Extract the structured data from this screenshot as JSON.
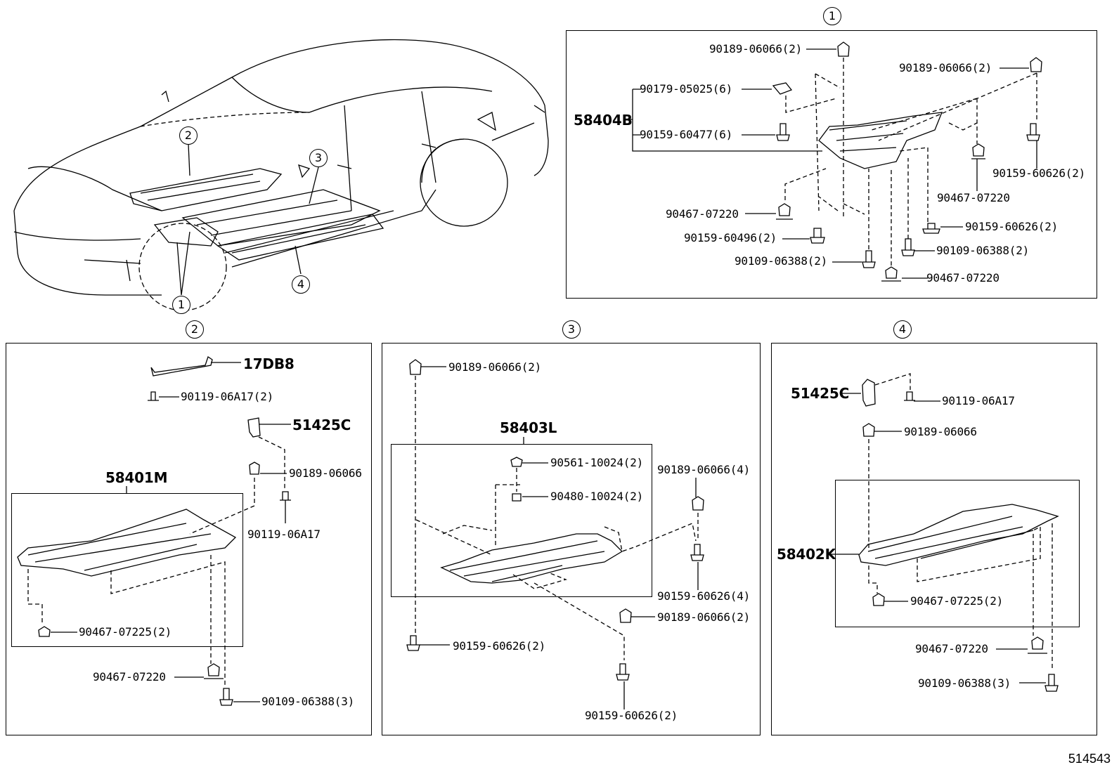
{
  "callouts": {
    "c1": "1",
    "c2": "2",
    "c3": "3",
    "c4": "4"
  },
  "panel1": {
    "part_main": "58404B",
    "p_a": "90189-06066(2)",
    "p_b": "90189-06066(2)",
    "p_c": "90179-05025(6)",
    "p_d": "90159-60477(6)",
    "p_e": "90159-60626(2)",
    "p_f": "90467-07220",
    "p_g": "90467-07220",
    "p_h": "90159-60496(2)",
    "p_i": "90159-60626(2)",
    "p_j": "90109-06388(2)",
    "p_k": "90109-06388(2)",
    "p_l": "90467-07220"
  },
  "panel2": {
    "part_main": "58401M",
    "p_a": "17DB8",
    "p_b": "90119-06A17(2)",
    "p_c": "51425C",
    "p_d": "90189-06066",
    "p_e": "90119-06A17",
    "p_f": "90467-07225(2)",
    "p_g": "90467-07220",
    "p_h": "90109-06388(3)"
  },
  "panel3": {
    "part_main": "58403L",
    "p_a": "90189-06066(2)",
    "p_b": "90561-10024(2)",
    "p_c": "90480-10024(2)",
    "p_d": "90189-06066(4)",
    "p_e": "90159-60626(4)",
    "p_f": "90189-06066(2)",
    "p_g": "90159-60626(2)",
    "p_h": "90159-60626(2)"
  },
  "panel4": {
    "part_main": "58402K",
    "p_a": "51425C",
    "p_b": "90119-06A17",
    "p_c": "90189-06066",
    "p_d": "90467-07225(2)",
    "p_e": "90467-07220",
    "p_f": "90109-06388(3)"
  },
  "figure_number": "514543"
}
